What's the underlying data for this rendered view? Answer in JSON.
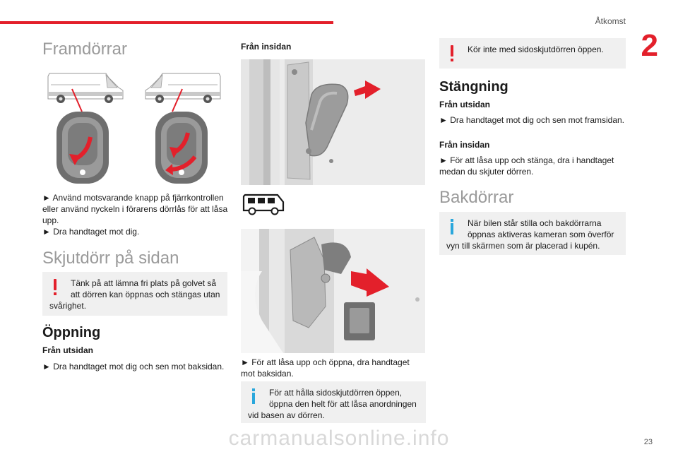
{
  "header": {
    "section": "Åtkomst",
    "chapter": "2"
  },
  "page_number": "23",
  "watermark": "carmanualsonline.info",
  "col1": {
    "front_doors_title": "Framdörrar",
    "front_doors_text_1": "► Använd motsvarande knapp på fjärrkontrollen eller använd nyckeln i förarens dörrlås för att låsa upp.",
    "front_doors_text_2": "► Dra handtaget mot dig.",
    "sliding_door_title": "Skjutdörr på sidan",
    "sliding_warning": "Tänk på att lämna fri plats på golvet så att dörren kan öppnas och stängas utan svårighet.",
    "opening_title": "Öppning",
    "from_outside_label": "Från utsidan",
    "from_outside_text": "► Dra handtaget mot dig och sen mot baksidan."
  },
  "col2": {
    "from_inside_label": "Från insidan",
    "inside_text": "► För att låsa upp och öppna, dra handtaget mot baksidan.",
    "hold_open_info": "För att hålla sidoskjutdörren öppen, öppna den helt för att låsa anordningen vid basen av dörren."
  },
  "col3": {
    "drive_warning": "Kör inte med sidoskjutdörren öppen.",
    "closing_title": "Stängning",
    "from_outside_label": "Från utsidan",
    "closing_outside_text": "► Dra handtaget mot dig och sen mot framsidan.",
    "from_inside_label": "Från insidan",
    "closing_inside_text": "► För att låsa upp och stänga, dra i handtaget medan du skjuter dörren.",
    "rear_doors_title": "Bakdörrar",
    "rear_info": "När bilen står stilla och bakdörrarna öppnas aktiveras kameran som överför vyn till skärmen som är placerad i kupén."
  },
  "colors": {
    "accent_red": "#e3202b",
    "info_blue": "#2aa7dc",
    "note_bg": "#f0f0f0"
  }
}
